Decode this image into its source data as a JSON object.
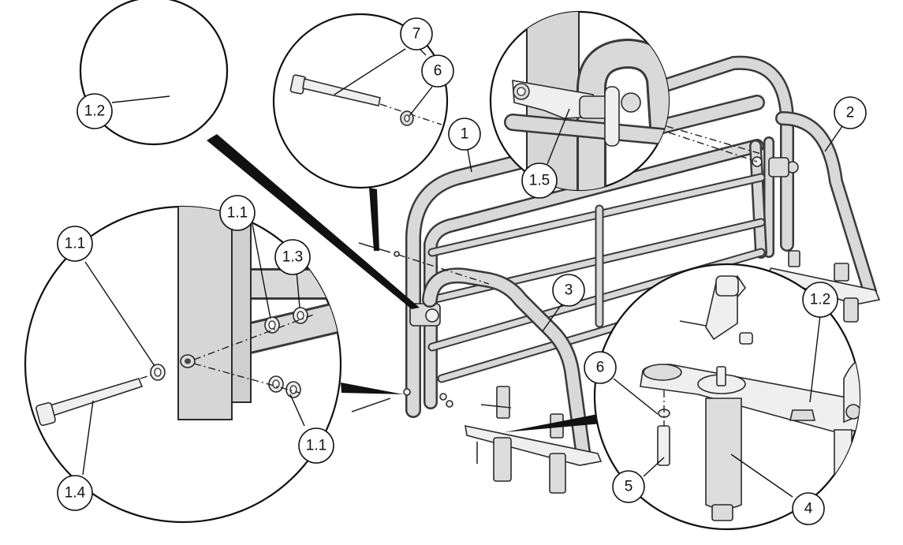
{
  "callouts": {
    "main_1": "1",
    "main_2": "2",
    "main_3": "3",
    "d7_7": "7",
    "d7_6": "6",
    "d15_15": "1.5",
    "d12_12": "1.2",
    "left_11a": "1.1",
    "left_11b": "1.1",
    "left_13": "1.3",
    "left_11c": "1.1",
    "left_14": "1.4",
    "right_6": "6",
    "right_12": "1.2",
    "right_5": "5",
    "right_4": "4"
  }
}
